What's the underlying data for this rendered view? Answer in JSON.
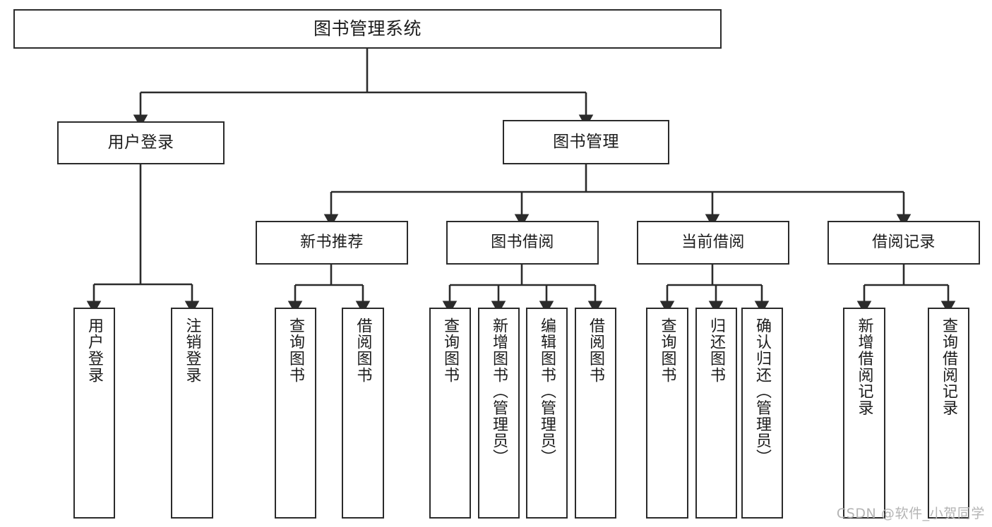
{
  "diagram": {
    "type": "tree-hierarchy-chart",
    "title": "图书管理系统",
    "watermark": "CSDN @软件_小贺同学",
    "colors": {
      "box_stroke": "#2b2b2b",
      "box_fill": "#ffffff",
      "edge_stroke": "#2b2b2b",
      "text": "#1c1c1c",
      "watermark": "#b4b4b4",
      "background": "#ffffff"
    },
    "root": {
      "label": "图书管理系统"
    },
    "level1": [
      {
        "label": "用户登录"
      },
      {
        "label": "图书管理"
      }
    ],
    "level2": [
      {
        "label": "新书推荐"
      },
      {
        "label": "图书借阅"
      },
      {
        "label": "当前借阅"
      },
      {
        "label": "借阅记录"
      }
    ],
    "leaves": {
      "user_login": [
        {
          "label": "用户登录"
        },
        {
          "label": "注销登录"
        }
      ],
      "new_book_recommend": [
        {
          "label": "查询图书"
        },
        {
          "label": "借阅图书"
        }
      ],
      "book_borrow": [
        {
          "label": "查询图书"
        },
        {
          "label": "新增图书（管理员）"
        },
        {
          "label": "编辑图书（管理员）"
        },
        {
          "label": "借阅图书"
        }
      ],
      "current_borrow": [
        {
          "label": "查询图书"
        },
        {
          "label": "归还图书"
        },
        {
          "label": "确认归还（管理员）"
        }
      ],
      "borrow_record": [
        {
          "label": "新增借阅记录"
        },
        {
          "label": "查询借阅记录"
        }
      ]
    }
  }
}
